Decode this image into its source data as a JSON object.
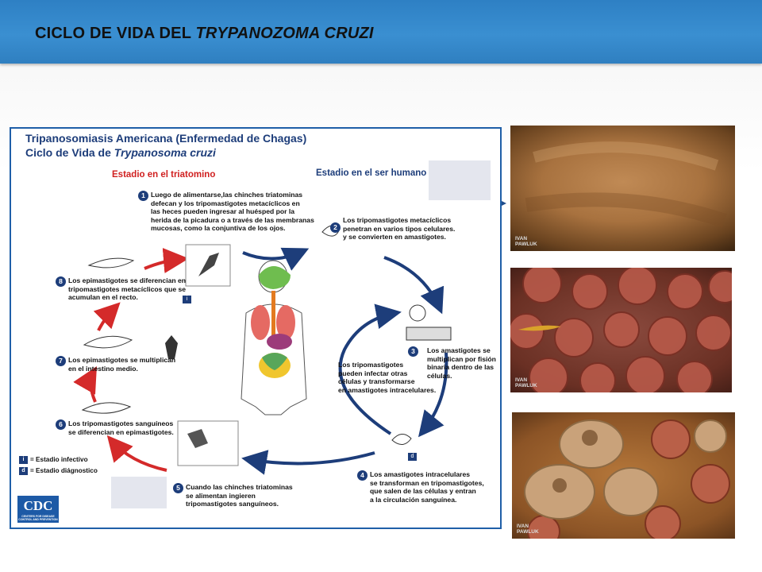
{
  "slide": {
    "title_prefix": "CICLO DE VIDA DEL ",
    "title_italic": "TRYPANOZOMA CRUZI"
  },
  "diagram": {
    "title_line1": "Tripanosomiasis Americana (Enfermedad de Chagas)",
    "title_line2_prefix": "Ciclo de Vida de ",
    "title_line2_italic": "Trypanosoma cruzi",
    "stage_vector": "Estadio en el triatomino",
    "stage_human": "Estadio en el ser humano",
    "steps": [
      {
        "num": "1",
        "text": "Luego de alimentarse,las chinches triatominas\ndefecan y los tripomastigotes metacíclicos en\nlas heces pueden ingresar al huésped por la\nherida de la picadura o a través de las membranas\nmucosas, como la conjuntiva de los ojos."
      },
      {
        "num": "2",
        "text": "Los tripomastigotes metacíclicos\npenetran en varios tipos celulares.\ny se convierten en amastigotes."
      },
      {
        "num": "3",
        "text": "Los amastigotes se\nmultiplican por fisión\nbinaria dentro de las\ncélulas."
      },
      {
        "num": "4",
        "text": "Los amastigotes intracelulares\nse transforman en tripomastigotes,\nque salen de las células y  entran\na la circulación sanguínea."
      },
      {
        "num": "5",
        "text": "Cuando las chinches triatominas\nse alimentan ingieren\ntripomastigotes sanguíneos."
      },
      {
        "num": "6",
        "text": "Los tripomastigotes sanguíneos\nse diferencian en epimastigotes."
      },
      {
        "num": "7",
        "text": "Los epimastigotes se multiplican\nen el intestino medio."
      },
      {
        "num": "8",
        "text": "Los epimastigotes se diferencian en\ntripomastigotes metacíclicos que se\nacumulan en el recto."
      }
    ],
    "center_note": "Los tripomastigotes\npueden infectar otras\ncélulas y transformarse\nen amastigotes intracelulares.",
    "marker_infective": "i",
    "marker_diagnostic": "d",
    "legend": {
      "infective": "= Estadio infectivo",
      "diagnostic": "= Estadio diágnostico"
    },
    "cdc_logo": "CDC",
    "cdc_logo_sub": "CENTERS FOR DISEASE\nCONTROL AND PREVENTION",
    "colors": {
      "blue_arrow": "#1d3d7a",
      "red_arrow": "#d42a2a",
      "border": "#1f5fa8"
    }
  },
  "photos": [
    {
      "name": "photo-tissue",
      "watermark": "IVAN\nPAWLUK"
    },
    {
      "name": "photo-blood-cells",
      "watermark": "IVAN\nPAWLUK"
    },
    {
      "name": "photo-infected-cells",
      "watermark": "IVAN\nPAWLUK"
    }
  ]
}
